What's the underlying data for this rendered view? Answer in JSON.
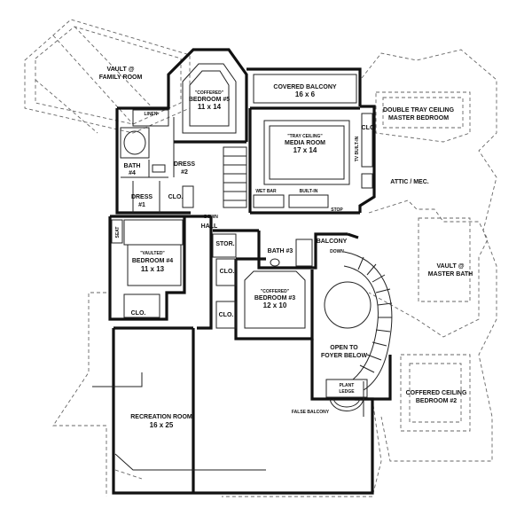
{
  "labels": {
    "vault_family_room": [
      "VAULT @",
      "FAMILY ROOM"
    ],
    "bedroom5": [
      "\"COFFERED\"",
      "BEDROOM #5",
      "11 x 14"
    ],
    "covered_balcony": [
      "COVERED BALCONY",
      "16 x 6"
    ],
    "double_tray_ceiling": [
      "DOUBLE TRAY CEILING",
      "MASTER BEDROOM"
    ],
    "media_room": [
      "\"TRAY CEILING\"",
      "MEDIA ROOM",
      "17 x 14"
    ],
    "attic_mec": "ATTIC / MEC.",
    "bath4": [
      "BATH",
      "#4"
    ],
    "dress2": [
      "DRESS",
      "#2"
    ],
    "dress1": [
      "DRESS",
      "#1"
    ],
    "clo_top": "CLO.",
    "clo_right": "CLO.",
    "clo_bed4": "CLO.",
    "clo_mid1": "CLO.",
    "clo_mid2": "CLO.",
    "wet_bar": "WET BAR",
    "built_in": "BUILT-IN",
    "stop": "STOP",
    "tv_built_in": "TV BUILT-IN",
    "dn_hall": "DOWN",
    "dn_stair": "DOWN",
    "hall": "HALL",
    "stor": "STOR.",
    "balcony": "BALCONY",
    "bath3": "BATH #3",
    "vault_master_bath": [
      "VAULT @",
      "MASTER BATH"
    ],
    "vaulted_bedroom4": [
      "\"VAULTED\"",
      "BEDROOM #4",
      "11 x 13"
    ],
    "seat": "SEAT",
    "linen": "LINEN",
    "bedroom3": [
      "\"COFFERED\"",
      "BEDROOM #3",
      "12 x 10"
    ],
    "open_foyer": [
      "OPEN TO",
      "FOYER BELOW"
    ],
    "plant_ledge": [
      "PLANT",
      "LEDGE"
    ],
    "coffered_bedroom2": [
      "COFFERED CEILING",
      "BEDROOM #2"
    ],
    "false_balcony": "FALSE BALCONY",
    "recreation_room": [
      "RECREATION ROOM",
      "16 x 25"
    ]
  }
}
